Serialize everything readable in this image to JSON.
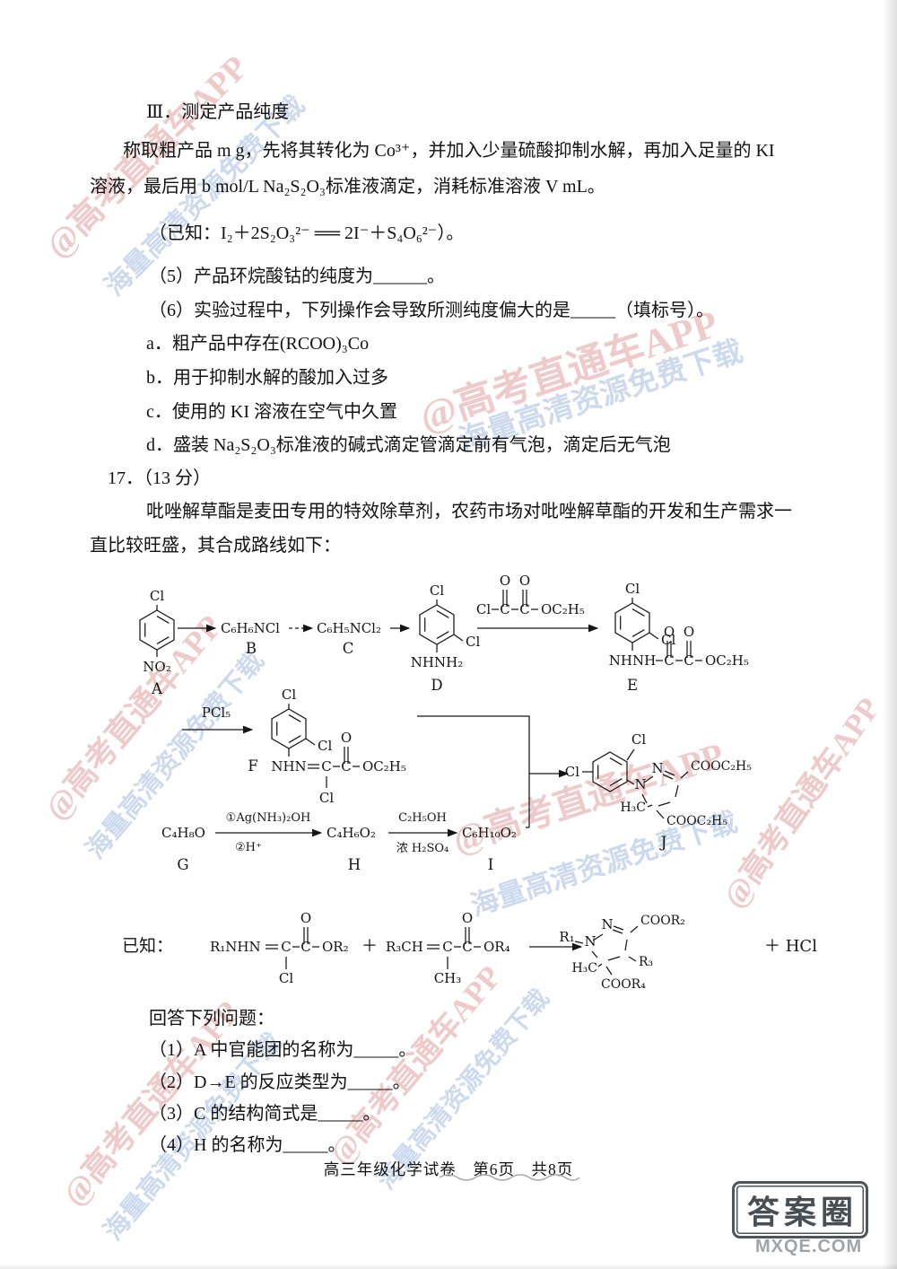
{
  "sec3": {
    "heading": "Ⅲ．测定产品纯度",
    "line1": "称取粗产品 m g，先将其转化为 Co³⁺，并加入少量硫酸抑制水解，再加入足量的 KI",
    "line2": "溶液，最后用 b mol/L Na₂S₂O₃标准液滴定，消耗标准溶液 V mL。",
    "known": "（已知：I₂＋2S₂O₃²⁻ ══ 2I⁻＋S₄O₆²⁻）。",
    "q5": "（5）产品环烷酸钴的纯度为______。",
    "q6": "（6）实验过程中，下列操作会导致所测纯度偏大的是_____（填标号）。",
    "opt_a": "a．粗产品中存在(RCOO)₃Co",
    "opt_b": "b．用于抑制水解的酸加入过多",
    "opt_c": "c．使用的 KI 溶液在空气中久置",
    "opt_d": "d．盛装 Na₂S₂O₃标准液的碱式滴定管滴定前有气泡，滴定后无气泡"
  },
  "q17": {
    "heading": "17．（13 分）",
    "intro1": "吡唑解草酯是麦田专用的特效除草剂，农药市场对吡唑解草酯的开发和生产需求一",
    "intro2": "直比较旺盛，其合成路线如下：",
    "ask": "回答下列问题：",
    "q1": "（1）A 中官能团的名称为_____。",
    "q2": "（2）D→E 的反应类型为_____。",
    "q3": "（3）C 的结构简式是_____。",
    "q4": "（4）H 的名称为_____。"
  },
  "scheme": {
    "label_a": "A",
    "label_b": "B",
    "label_c": "C",
    "label_d": "D",
    "label_e": "E",
    "label_f": "F",
    "label_g": "G",
    "label_h": "H",
    "label_i": "I",
    "label_j": "J",
    "f_b": "C₆H₆NCl",
    "f_c": "C₆H₅NCl₂",
    "f_g": "C₄H₈O",
    "f_h": "C₄H₆O₂",
    "f_i": "C₆H₁₀O₂",
    "pcl5": "PCl₅",
    "ag": "①Ag(NH₃)₂OH",
    "hplus": "②H⁺",
    "etoh": "C₂H₅OH",
    "h2so4": "浓 H₂SO₄",
    "cl": "Cl",
    "no2": "NO₂",
    "nhnh2": "NHNH₂",
    "nhnh": "NHNH",
    "nhn": "NHN",
    "c": "C",
    "o": "O",
    "n": "N",
    "oc2h5": "OC₂H₅",
    "h3c": "H₃C",
    "cooc2h5": "COOC₂H₅"
  },
  "known": {
    "prefix": "已知：",
    "r1nhn": "R₁NHN",
    "c": "C",
    "cl": "Cl",
    "o": "O",
    "or2": "OR₂",
    "plus": "＋",
    "r3ch": "R₃CH",
    "ch3": "CH₃",
    "or4": "OR₄",
    "r1": "R₁",
    "n": "N",
    "coor2": "COOR₂",
    "r3": "R₃",
    "h3c": "H₃C",
    "coor4": "COOR₄",
    "hcl": "＋ HCl"
  },
  "footer": {
    "text": "高三年级化学试卷　第6页　共8页"
  },
  "stamp": {
    "text": "答案圈",
    "site": "MXQE.COM"
  },
  "wm": {
    "app": "@高考直通车APP",
    "dl": "海量高清资源免费下载"
  }
}
